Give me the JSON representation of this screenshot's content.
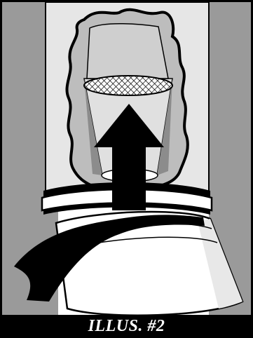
{
  "caption": "ILLUS. #2",
  "colors": {
    "background_panel": "#9a9a9a",
    "tube_inner": "#d9d9d9",
    "ink": "#000000",
    "paper": "#ffffff"
  },
  "parts": {
    "tube": "vertical-tube",
    "filter_screen": "mesh-screen",
    "airflow": "upward-arrow",
    "collar": "ring-collar",
    "base_cup": "base-cup",
    "incoming_hose": "dark-ribbon"
  }
}
